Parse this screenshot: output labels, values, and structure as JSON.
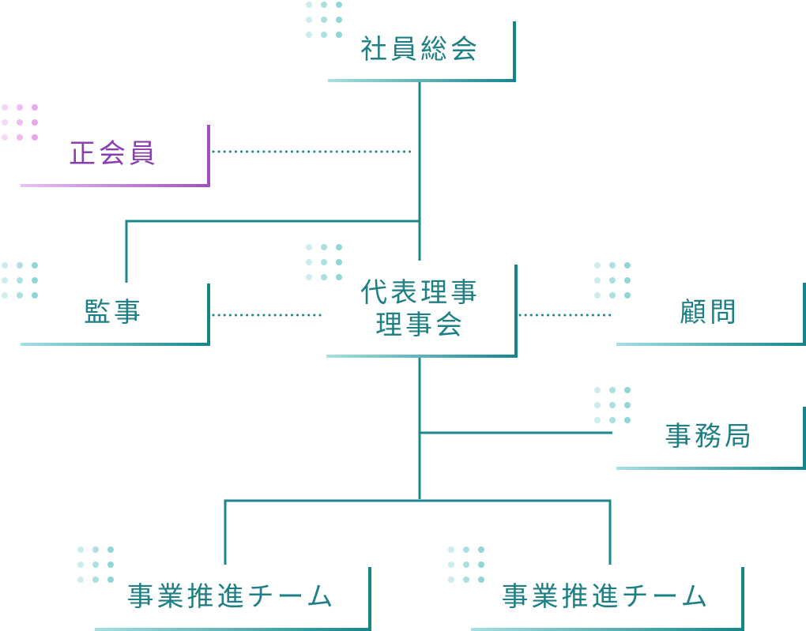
{
  "nodes": {
    "general_meeting": "社員総会",
    "regular_members": "正会員",
    "auditor": "監事",
    "representative_line1": "代表理事",
    "representative_line2": "理事会",
    "advisor": "顧問",
    "secretariat": "事務局",
    "project_team_left": "事業推進チーム",
    "project_team_right": "事業推進チーム"
  },
  "colors": {
    "teal": "#1e868a",
    "teal_light": "#8fd6d8",
    "purple": "#a24fc3",
    "pink_light": "#eaa6ec",
    "text_teal": "#1e7f84",
    "text_purple": "#8a3fae"
  }
}
